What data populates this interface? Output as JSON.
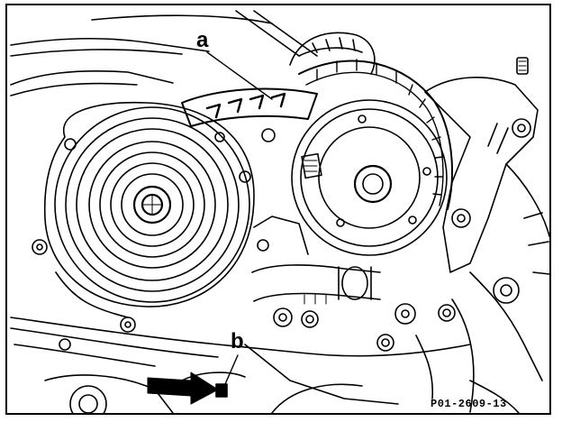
{
  "figure": {
    "callouts": {
      "a": "a",
      "b": "b"
    },
    "reference_code": "P01-2609-13",
    "colors": {
      "line": "#000000",
      "background": "#ffffff"
    }
  }
}
